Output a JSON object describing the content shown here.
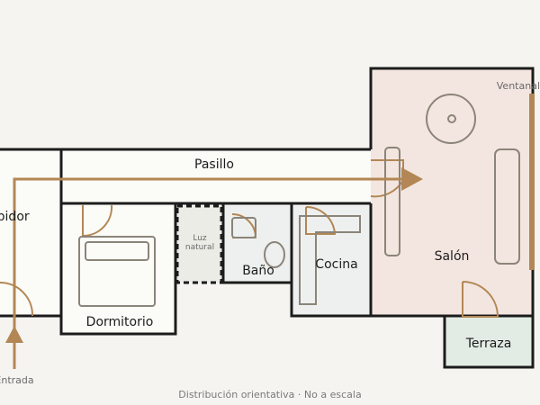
{
  "rooms": {
    "recibidor": "Recibidor",
    "pasillo": "Pasillo",
    "dormitorio": "Dormitorio",
    "light_well_line1": "Luz",
    "light_well_line2": "natural",
    "bano": "Baño",
    "cocina": "Cocina",
    "salon": "Salón",
    "terraza": "Terraza"
  },
  "labels": {
    "ventanal": "Ventanal",
    "entrada": "Entrada"
  },
  "footnote": "Distribución orientativa · No a escala",
  "colors": {
    "background": "#f5f4f0",
    "wall": "#1c1c1c",
    "accent_path": "#b38755",
    "salon_fill": "#f3e6e0",
    "terraza_fill": "#e3ece4",
    "kitchen_bath_fill": "#eef0f0",
    "pasillo_fill": "#fbfbf7",
    "furniture": "#8b8478"
  },
  "icons": [
    "entry-arrow-icon",
    "route-arrow-icon"
  ]
}
